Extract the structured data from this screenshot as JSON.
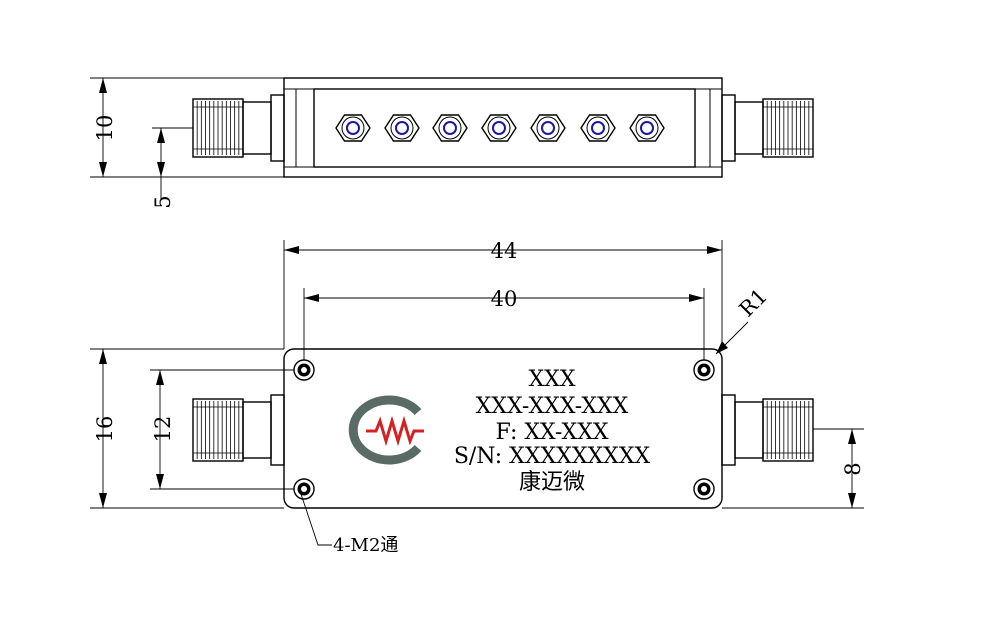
{
  "top_view": {
    "dims": {
      "height": "10",
      "center": "5"
    }
  },
  "front_view": {
    "dims": {
      "overall_length": "44",
      "hole_spacing": "40",
      "height": "16",
      "hole_vertical_spacing": "12",
      "connector_offset": "8",
      "corner_radius": "R1"
    },
    "callout_holes": "4-M2通",
    "label": {
      "line1": "XXX",
      "line2": "XXX-XXX-XXX",
      "line3": "F: XX-XXX",
      "line4": "S/N: XXXXXXXXX",
      "line5": "康迈微"
    }
  },
  "colors": {
    "logo_gray": "#5a6b66",
    "logo_red": "#d42020",
    "screw_blue": "#1a1aa0"
  }
}
